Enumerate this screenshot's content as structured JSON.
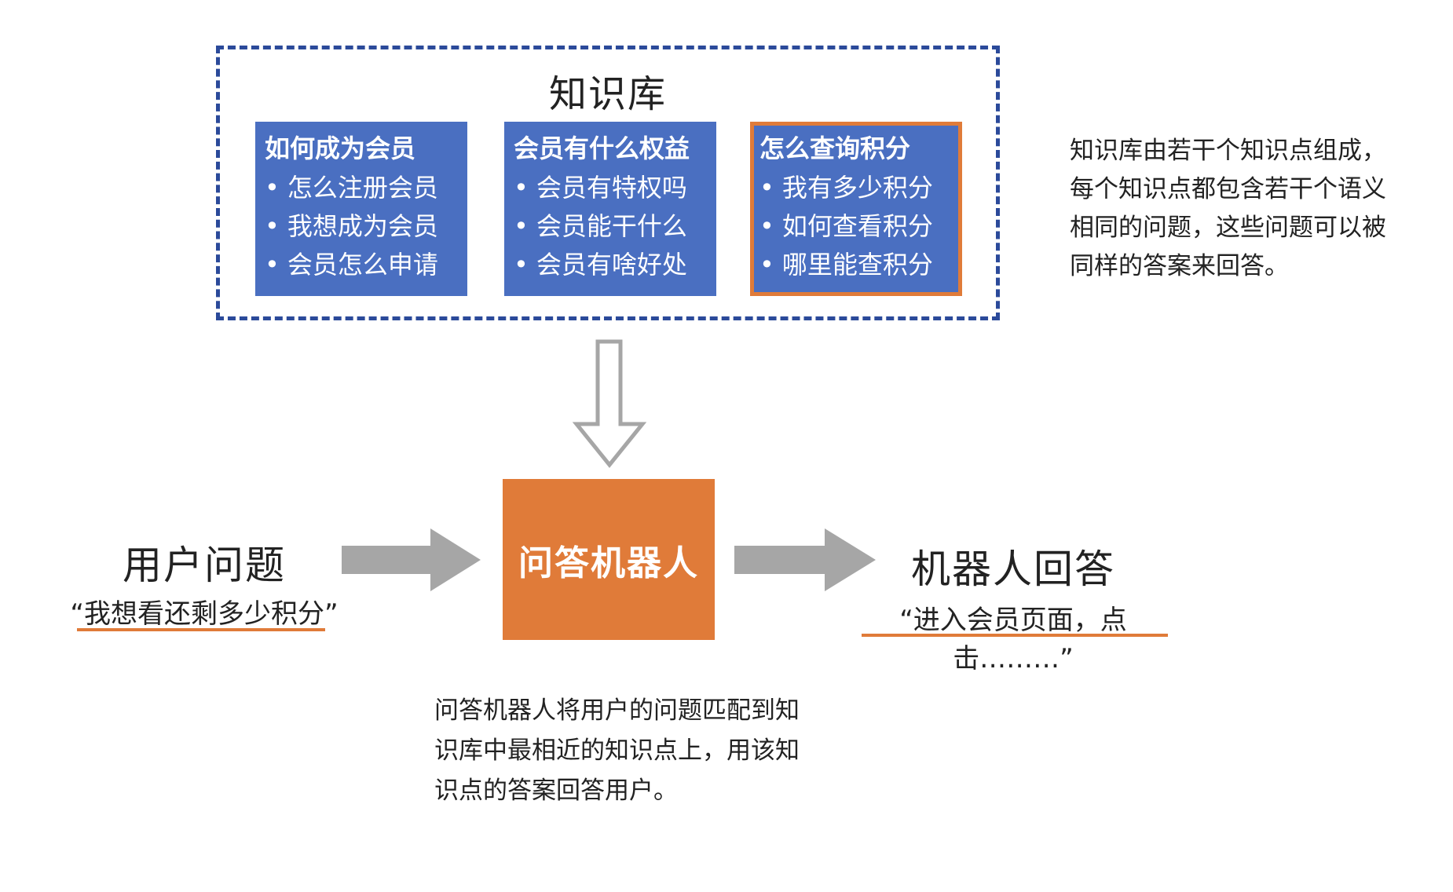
{
  "knowledge_base": {
    "title": "知识库",
    "points": [
      {
        "title": "如何成为会员",
        "questions": [
          "怎么注册会员",
          "我想成为会员",
          "会员怎么申请"
        ],
        "highlighted": false
      },
      {
        "title": "会员有什么权益",
        "questions": [
          "会员有特权吗",
          "会员能干什么",
          "会员有啥好处"
        ],
        "highlighted": false
      },
      {
        "title": "怎么查询积分",
        "questions": [
          "我有多少积分",
          "如何查看积分",
          "哪里能查积分"
        ],
        "highlighted": true
      }
    ]
  },
  "kb_description": "知识库由若干个知识点组成，每个知识点都包含若干个语义相同的问题，这些问题可以被同样的答案来回答。",
  "robot": {
    "label": "问答机器人"
  },
  "user_question": {
    "title": "用户问题",
    "example": "“我想看还剩多少积分”"
  },
  "robot_answer": {
    "title": "机器人回答",
    "example": "“进入会员页面，点击………”"
  },
  "robot_description": "问答机器人将用户的问题匹配到知识库中最相近的知识点上，用该知识点的答案回答用户。",
  "colors": {
    "card_blue": "#4a6fc1",
    "frame_blue": "#2b4a9a",
    "accent_orange": "#e07b39",
    "arrow_gray": "#a6a6a6"
  }
}
